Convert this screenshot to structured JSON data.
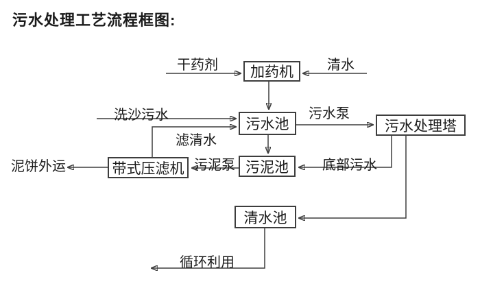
{
  "title": "污水处理工艺流程框图:",
  "colors": {
    "background": "#ffffff",
    "line": "#3d3d3d",
    "box_border": "#3d3d3d",
    "text": "#1a1a1a"
  },
  "nodes": {
    "dosing_machine": "加药机",
    "sewage_pool": "污水池",
    "treatment_tower": "污水处理塔",
    "sludge_pool": "污泥池",
    "belt_filter_press": "带式压滤机",
    "clean_water_pool": "清水池"
  },
  "edge_labels": {
    "dry_agent": "干药剂",
    "clean_water": "清水",
    "sand_washing_sewage": "洗沙污水",
    "filtered_water": "滤清水",
    "sewage_pump": "污水泵",
    "sludge_pump": "污泥泵",
    "bottom_sewage": "底部污水",
    "mud_cake_out": "泥饼外运",
    "recycle": "循环利用"
  },
  "flow": [
    {
      "from": "干药剂",
      "to": "加药机",
      "label": "干药剂"
    },
    {
      "from": "清水",
      "to": "加药机",
      "label": "清水"
    },
    {
      "from": "加药机",
      "to": "污水池",
      "label": ""
    },
    {
      "from": "洗沙污水",
      "to": "污水池",
      "label": "洗沙污水"
    },
    {
      "from": "带式压滤机",
      "to": "污水池",
      "label": "滤清水"
    },
    {
      "from": "污水池",
      "to": "污水处理塔",
      "label": "污水泵"
    },
    {
      "from": "污水池",
      "to": "污泥池",
      "label": ""
    },
    {
      "from": "污水处理塔",
      "to": "污泥池",
      "label": "底部污水"
    },
    {
      "from": "污泥池",
      "to": "带式压滤机",
      "label": "污泥泵"
    },
    {
      "from": "带式压滤机",
      "to": "外运",
      "label": "泥饼外运"
    },
    {
      "from": "污水处理塔",
      "to": "清水池",
      "label": ""
    },
    {
      "from": "清水池",
      "to": "循环利用",
      "label": "循环利用"
    }
  ]
}
